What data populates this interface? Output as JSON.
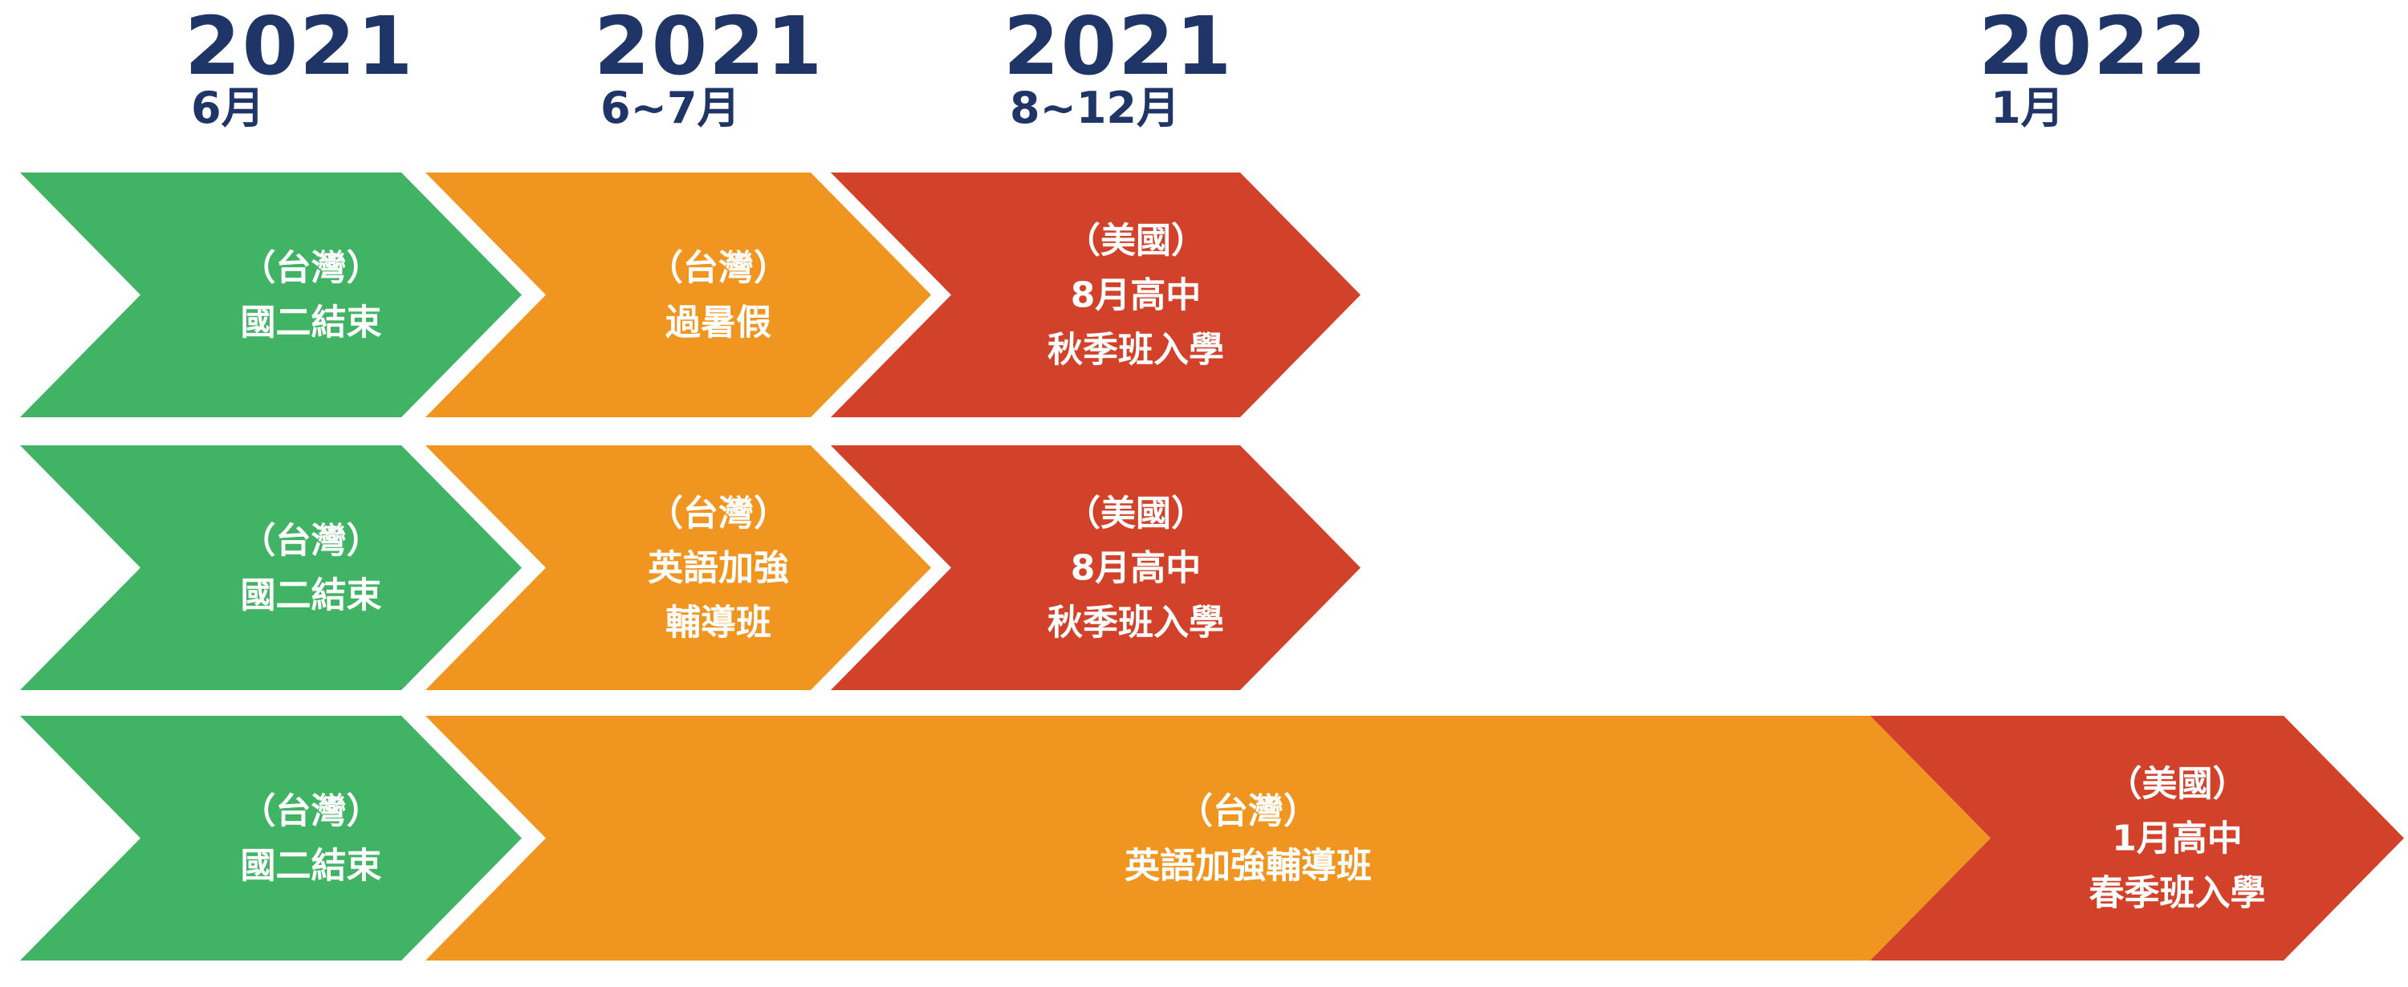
{
  "header": {
    "dates": [
      {
        "year": "2021",
        "month": "6月"
      },
      {
        "year": "2021",
        "month": "6~7月"
      },
      {
        "year": "2021",
        "month": "8~12月"
      },
      {
        "year": "2022",
        "month": "1月"
      }
    ]
  },
  "colors": {
    "green": "#41b365",
    "orange": "#f0951f",
    "red": "#d24129",
    "header_text": "#1f3467"
  },
  "tracks": [
    {
      "stages": [
        {
          "color": "green",
          "lines": [
            "（台灣）",
            "國二結束"
          ]
        },
        {
          "color": "orange",
          "lines": [
            "（台灣）",
            "過暑假"
          ]
        },
        {
          "color": "red",
          "lines": [
            "（美國）",
            "8月高中",
            "秋季班入學"
          ]
        }
      ]
    },
    {
      "stages": [
        {
          "color": "green",
          "lines": [
            "（台灣）",
            "國二結束"
          ]
        },
        {
          "color": "orange",
          "lines": [
            "（台灣）",
            "英語加強",
            "輔導班"
          ]
        },
        {
          "color": "red",
          "lines": [
            "（美國）",
            "8月高中",
            "秋季班入學"
          ]
        }
      ]
    },
    {
      "stages": [
        {
          "color": "green",
          "lines": [
            "（台灣）",
            "國二結束"
          ]
        },
        {
          "color": "orange",
          "lines": [
            "（台灣）",
            "英語加強輔導班"
          ]
        },
        {
          "color": "red",
          "lines": [
            "（美國）",
            "1月高中",
            "春季班入學"
          ]
        }
      ]
    }
  ]
}
